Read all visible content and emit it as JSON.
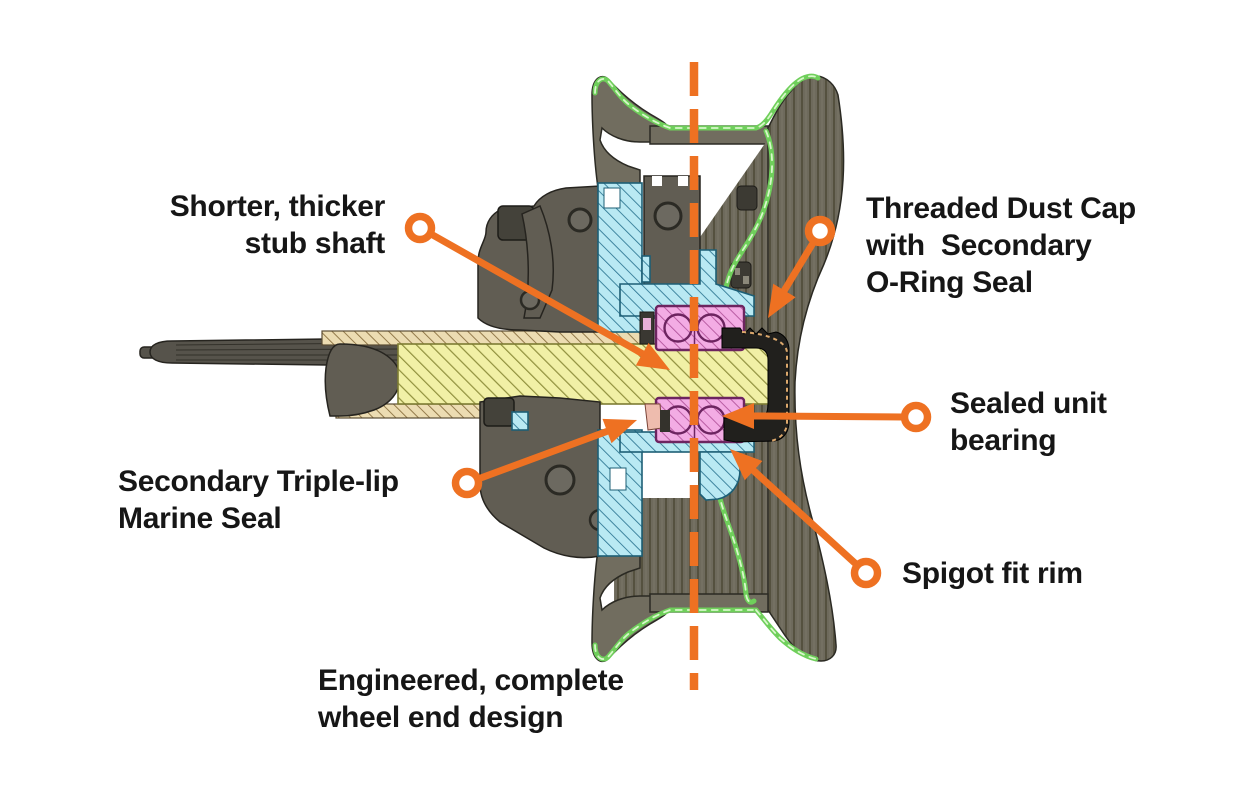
{
  "figure": {
    "kind": "annotated-cutaway-diagram",
    "subject": "Trailer wheel end cross-section with engineering callouts"
  },
  "colors": {
    "accent_orange": "#ee7122",
    "label_text": "#161616",
    "stub_shaft_yellow": "#f1f0a6",
    "hub_cyan": "#b9e9f3",
    "bearing_pink": "#f3ace4",
    "rim_outline_green": "#6fcf5b",
    "rim_gray": "#6e6a5c",
    "background": "#ffffff"
  },
  "callouts": [
    {
      "id": "stub-shaft",
      "text": "Shorter, thicker\nstub shaft"
    },
    {
      "id": "dust-cap",
      "text": "Threaded Dust Cap\nwith  Secondary\nO-Ring Seal"
    },
    {
      "id": "unit-bearing",
      "text": "Sealed unit\nbearing"
    },
    {
      "id": "marine-seal",
      "text": "Secondary Triple-lip\nMarine Seal"
    },
    {
      "id": "spigot",
      "text": "Spigot fit rim"
    },
    {
      "id": "wheel-end",
      "text": "Engineered, complete\nwheel end design"
    }
  ]
}
